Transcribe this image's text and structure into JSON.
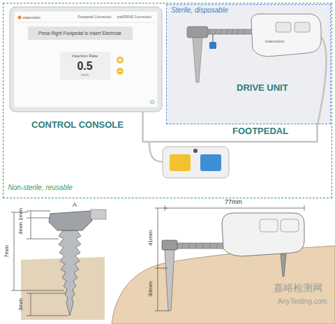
{
  "diagram": {
    "nodes": [
      {
        "text": [
          "Non-sterile, reusable"
        ]
      },
      {
        "text": [
          "Sterile, disposable",
          "DRIVE UNIT"
        ],
        "in": 0
      },
      {
        "text": [
          "iotamotion",
          "Footpedal Connected",
          "iotaDRIVE Connected",
          "Press Right Footpedal to Insert Electrode",
          "Insertion Rate",
          "0.5",
          "mm/s"
        ],
        "in": 0
      }
    ],
    "edges": [
      {
        "from": 2,
        "to": 1,
        "arrow": "none"
      }
    ],
    "labels": [
      "CONTROL CONSOLE",
      "FOOTPEDAL",
      "iotamotion",
      "A",
      "1mm",
      "3mm",
      "7mm",
      "3mm",
      "77mm",
      "41mm",
      "30mm",
      "嘉峪检测网",
      "AnyTesting.com"
    ]
  }
}
